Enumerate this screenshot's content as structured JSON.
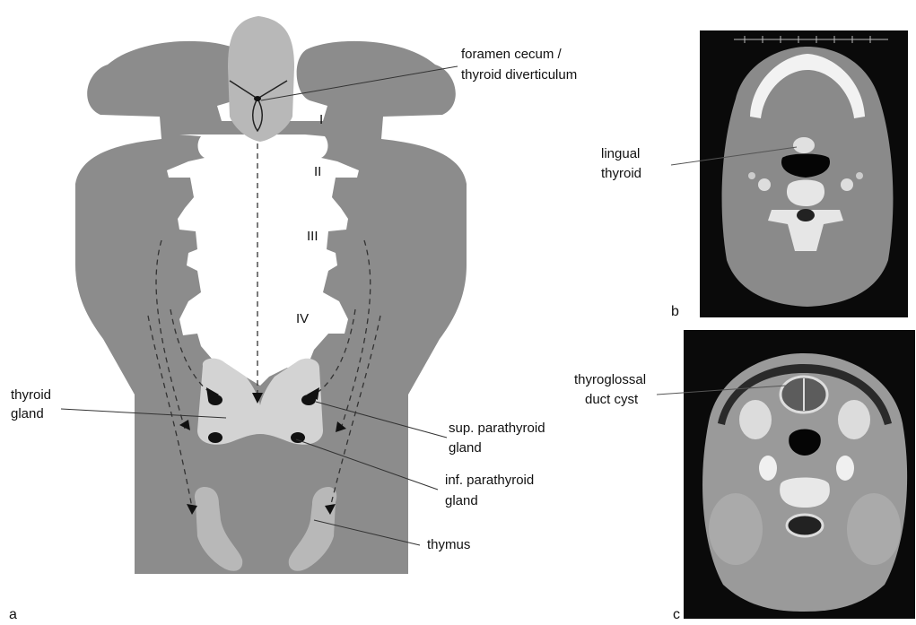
{
  "panels": {
    "a": "a",
    "b": "b",
    "c": "c"
  },
  "arches": [
    "I",
    "II",
    "III",
    "IV"
  ],
  "labels": {
    "foramen_line1": "foramen cecum /",
    "foramen_line2": "thyroid diverticulum",
    "thyroid_line1": "thyroid",
    "thyroid_line2": "gland",
    "sup_line1": "sup. parathyroid",
    "sup_line2": "gland",
    "inf_line1": "inf. parathyroid",
    "inf_line2": "gland",
    "thymus": "thymus",
    "lingual_line1": "lingual",
    "lingual_line2": "thyroid",
    "cyst_line1": "thyroglossal",
    "cyst_line2": "duct cyst"
  },
  "colors": {
    "body": "#8c8c8c",
    "structure": "#b8b8b8",
    "ct_background": "#0a0a0a"
  }
}
